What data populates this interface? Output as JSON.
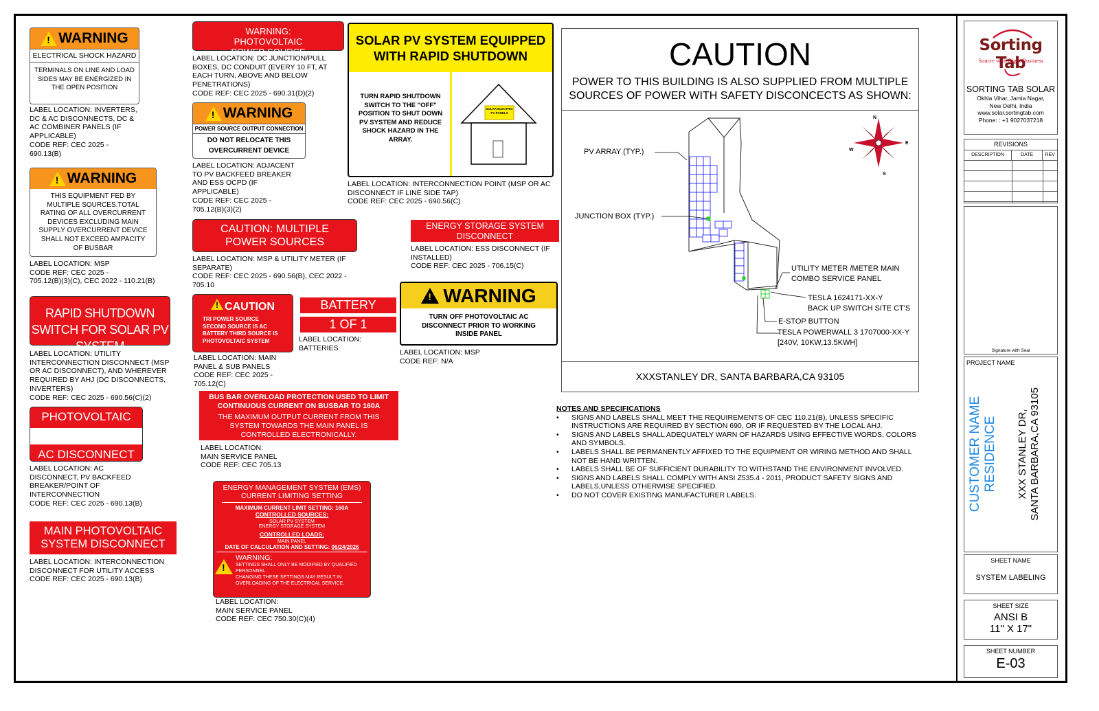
{
  "labels": {
    "warn1": {
      "title": "WARNING",
      "sub": "ELECTRICAL SHOCK HAZARD",
      "body": "TERMINALS ON LINE AND LOAD SIDES MAY BE ENERGIZED IN THE OPEN POSITION",
      "loc": "LABEL LOCATION: INVERTERS,\nDC & AC DISCONNECTS, DC &\nAC COMBINER PANELS (IF\nAPPLICABLE)\nCODE REF: CEC 2025 -\n690.13(B)"
    },
    "warn2": {
      "title": "WARNING",
      "body": "THIS EQUIPMENT FED BY MULTIPLE SOURCES.TOTAL RATING OF ALL OVERCURRENT DEVICES EXCLUDING MAIN SUPPLY OVERCURRENT DEVICE SHALL NOT EXCEED AMPACITY OF BUSBAR",
      "loc": "LABEL LOCATION: MSP\nCODE REF: CEC 2025 -\n705.12(B)(3)(C), CEC 2022 - 110.21(B)"
    },
    "rapid_switch": {
      "text": "RAPID SHUTDOWN SWITCH FOR SOLAR PV SYSTEM",
      "loc": "LABEL LOCATION: UTILITY\nINTERCONNECTION DISCONNECT (MSP\nOR AC DISCONNECT), AND WHEREVER\nREQUIRED BY AHJ (DC DISCONNECTS,\nINVERTERS)\nCODE REF: CEC 2025 - 690.56(C)(2)"
    },
    "pv_ac": {
      "top": "PHOTOVOLTAIC",
      "bottom": "AC DISCONNECT",
      "loc": "LABEL LOCATION: AC\nDISCONNECT, PV BACKFEED\nBREAKER/POINT OF\nINTERCONNECTION\nCODE REF: CEC 2025 - 690.13(B)"
    },
    "main_pv": {
      "text": "MAIN PHOTOVOLTAIC SYSTEM DISCONNECT",
      "loc": "LABEL LOCATION: INTERCONNECTION\nDISCONNECT FOR UTILITY ACCESS\nCODE REF: CEC 2025 - 690.13(B)"
    },
    "pv_source": {
      "text": "WARNING: PHOTOVOLTAIC POWER SOURCE",
      "loc": "LABEL LOCATION: DC JUNCTION/PULL\nBOXES, DC CONDUIT (EVERY 10 FT, AT\nEACH TURN, ABOVE AND BELOW\nPENETRATIONS)\nCODE REF: CEC 2025 - 690.31(D)(2)"
    },
    "warn3": {
      "title": "WARNING",
      "sub": "POWER SOURCE OUTPUT CONNECTION",
      "body": "DO NOT RELOCATE THIS OVERCURRENT DEVICE",
      "loc": "LABEL LOCATION: ADJACENT\nTO PV BACKFEED BREAKER\nAND ESS OCPD (IF\nAPPLICABLE)\nCODE REF: CEC 2025 -\n705.12(B)(3)(2)"
    },
    "caution_multi": {
      "text": "CAUTION: MULTIPLE POWER SOURCES",
      "loc": "LABEL LOCATION: MSP & UTILITY METER (IF\nSEPARATE)\nCODE REF: CEC 2025 - 690.56(B), CEC 2022 -\n705.10"
    },
    "caution_tri": {
      "title": "CAUTION",
      "body": "TRI POWER SOURCE SECOND SOURCE IS AC BATTERY THIRD SOURCE IS PHOTOVOLTAIC SYSTEM",
      "loc": "LABEL LOCATION: MAIN\nPANEL & SUB PANELS\nCODE REF: CEC 2025 -\n705.12(C)"
    },
    "battery": {
      "top": "BATTERY",
      "bottom": "1 OF 1",
      "loc": "LABEL LOCATION:\nBATTERIES"
    },
    "busbar": {
      "bold": "BUS BAR OVERLOAD PROTECTION USED TO LIMIT CONTINUOUS CURRENT ON BUSBAR TO 160A",
      "body": "THE MAXIMUM OUTPUT CURRENT FROM THIS SYSTEM TOWARDS THE MAIN PANEL IS CONTROLLED ELECTRONICALLY.",
      "loc": "LABEL LOCATION:\nMAIN SERVICE PANEL\nCODE REF: CEC 705.13"
    },
    "ems": {
      "title": "ENERGY MANAGEMENT SYSTEM (EMS) CURRENT LIMITING SETTING",
      "max": "MAXIMUM CURRENT LIMIT SETTING: 160A",
      "cs_hdr": "CONTROLLED SOURCES:",
      "cs1": "SOLAR PV SYSTEM",
      "cs2": "ENERGY STORAGE SYSTEM",
      "cl_hdr": "CONTROLLED LOADS:",
      "cl1": "MAIN PANEL",
      "date_lbl": "DATE OF CALCULATION AND SETTING:",
      "date": "06/24/2026",
      "warn_title": "WARNING:",
      "warn1": "SETTINGS SHALL ONLY BE MODIFIED BY QUALIFIED PERSONNEL.",
      "warn2": "CHANGING THESE SETTINGS MAY RESULT IN OVERLOADING OF THE ELECTRICAL SERVICE.",
      "loc": "LABEL LOCATION:\nMAIN SERVICE PANEL\nCODE REF: CEC 750.30(C)(4)"
    },
    "rsd": {
      "title": "SOLAR PV SYSTEM EQUIPPED WITH RAPID SHUTDOWN",
      "body": "TURN RAPID SHUTDOWN SWITCH TO THE \"OFF\" POSITION TO SHUT DOWN PV SYSTEM AND REDUCE SHOCK HAZARD IN THE ARRAY.",
      "panel": "SOLAR ELECTRIC PV PANELS",
      "loc": "LABEL LOCATION: INTERCONNECTION POINT (MSP OR AC\nDISCONNECT IF LINE SIDE TAP)\nCODE REF: CEC 2025 - 690.56(C)"
    },
    "ess": {
      "text": "ENERGY STORAGE SYSTEM DISCONNECT",
      "loc": "LABEL LOCATION: ESS DISCONNECT (IF\nINSTALLED)\nCODE REF: CEC 2025 - 706.15(C)"
    },
    "warn_big": {
      "title": "WARNING",
      "body": "TURN OFF PHOTOVOLTAIC AC DISCONNECT PRIOR TO WORKING INSIDE PANEL",
      "loc": "LABEL LOCATION: MSP\nCODE REF: N/A"
    }
  },
  "caution_panel": {
    "title": "CAUTION",
    "text": "POWER TO THIS BUILDING IS ALSO SUPPLIED FROM MULTIPLE SOURCES OF POWER WITH SAFETY DISCONCECTS AS SHOWN:",
    "callouts": {
      "pv": "PV ARRAY (TYP.)",
      "jb": "JUNCTION BOX (TYP.)",
      "meter1": "UTILITY METER /METER MAIN",
      "meter2": "COMBO SERVICE PANEL",
      "tesla1": "TESLA 1624171-XX-Y",
      "tesla2": "BACK UP SWITCH SITE CT'S",
      "estop": "E-STOP BUTTON",
      "pw1": "TESLA POWERWALL 3 1707000-XX-Y",
      "pw2": "[240V, 10KW,13.5KWH]"
    },
    "compass": {
      "n": "N",
      "s": "S",
      "e": "E",
      "w": "W"
    },
    "address": "XXXSTANLEY DR, SANTA BARBARA,CA 93105"
  },
  "notes": {
    "title": "NOTES AND SPECIFICATIONS",
    "items": [
      "SIGNS AND LABELS SHALL MEET THE REQUIREMENTS OF CEC 110.21(B), UNLESS SPECIFIC INSTRUCTIONS ARE REQUIRED BY SECTION 690, OR IF REQUESTED BY THE LOCAL AHJ.",
      "SIGNS AND LABELS SHALL ADEQUATELY WARN OF HAZARDS USING EFFECTIVE WORDS, COLORS AND SYMBOLS.",
      "LABELS SHALL BE PERMANENTLY AFFIXED TO THE EQUIPMENT OR WIRING METHOD AND SHALL NOT BE HAND WRITTEN.",
      "LABELS SHALL BE OF SUFFICIENT DURABILITY TO WITHSTAND THE ENVIRONMENT INVOLVED.",
      "SIGNS AND LABELS SHALL COMPLY WITH ANSI Z535.4 - 2011, PRODUCT SAFETY SIGNS AND LABELS,UNLESS OTHERWISE SPECIFIED.",
      "DO NOT COVER EXISTING MANUFACTURER LABELS."
    ]
  },
  "title_block": {
    "logo": "Sorting Tab",
    "tagline": "Source with Right Business",
    "company": "SORTING TAB SOLAR",
    "addr1": "Okhla Vihar, Jamia Nagar,",
    "addr2": "New Delhi, India",
    "web": "www.solar.sortingtab.com",
    "phone": "Phone: : +1 9027037218",
    "revisions": "REVISIONS",
    "rev_cols": [
      "DESCRIPTION",
      "DATE",
      "REV"
    ],
    "signature": "Signature with Seal",
    "project_name_lbl": "PROJECT NAME",
    "customer1": "CUSTOMER NAME",
    "customer2": "RESIDENCE",
    "addr_line1": "XXX STANLEY DR,",
    "addr_line2": "SANTA BARBARA,CA 93105",
    "sheet_name_lbl": "SHEET NAME",
    "sheet_name": "SYSTEM LABELING",
    "sheet_size_lbl": "SHEET SIZE",
    "sheet_size1": "ANSI B",
    "sheet_size2": "11\" X 17\"",
    "sheet_number_lbl": "SHEET NUMBER",
    "sheet_number": "E-03"
  },
  "colors": {
    "red": "#e8141b",
    "orange": "#f7941d",
    "yellow": "#ffed00",
    "blue": "#1e88e5"
  }
}
